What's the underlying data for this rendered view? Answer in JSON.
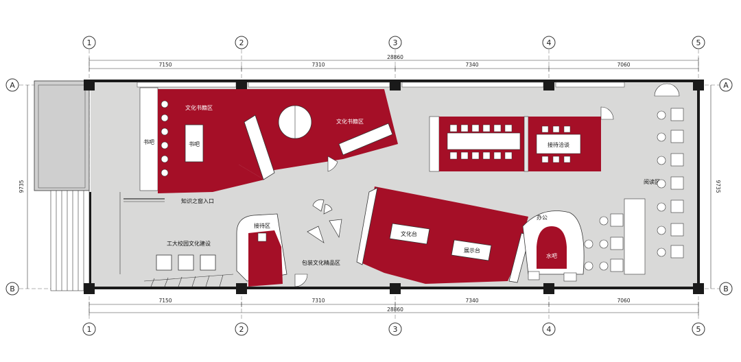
{
  "axes": {
    "columns": [
      "1",
      "2",
      "3",
      "4",
      "5"
    ],
    "rows": [
      "A",
      "B"
    ]
  },
  "dimensions": {
    "spans": [
      "7150",
      "7310",
      "7340",
      "7060"
    ],
    "total": "28860",
    "height": "9735"
  },
  "rooms": {
    "culture_showroom_left": "文化书籍区",
    "shelf_label": "书吧",
    "culture_area": "文化书籍区",
    "sales_area": "接待区",
    "entry": "知识之窗入口",
    "school_culture": "工大校园文化建设",
    "display_area": "包装文化精品区",
    "table_left": "文化台",
    "table_right": "展示台",
    "conference": "接待洽谈",
    "reading": "阅读区",
    "office": "办公",
    "coffee": "水吧"
  },
  "colors": {
    "accent_red": "#a50f27",
    "floor_gray": "#d9d9d8",
    "wall_black": "#1a1a1a"
  }
}
